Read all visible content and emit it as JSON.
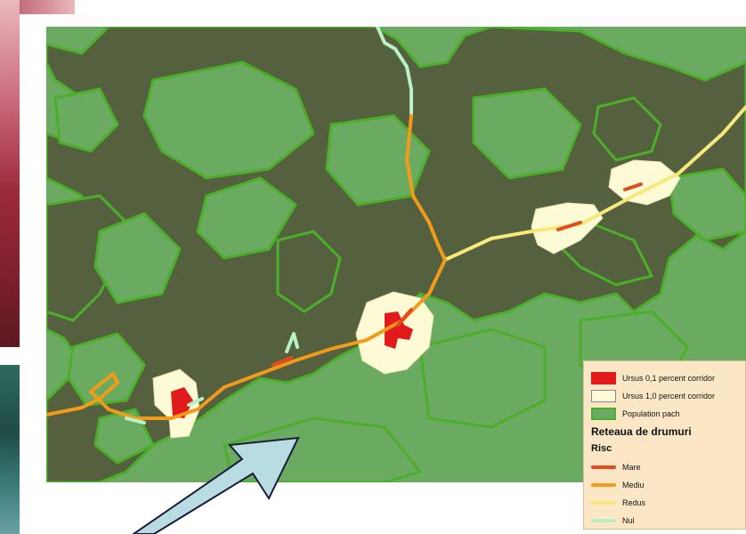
{
  "legend": {
    "items": [
      {
        "label": "Ursus 0,1 percent corridor",
        "color": "#e31a1c",
        "kind": "fill"
      },
      {
        "label": "Ursus 1,0 percent corridor",
        "color": "#fdfbd5",
        "kind": "fill"
      },
      {
        "label": "Population pach",
        "color": "#6aab61",
        "kind": "fill"
      }
    ],
    "network_title": "Reteaua de drumuri",
    "risk_title": "Risc",
    "risk_levels": [
      {
        "label": "Mare",
        "color": "#e24a1f"
      },
      {
        "label": "Mediu",
        "color": "#f29a1a"
      },
      {
        "label": "Redus",
        "color": "#f6e87a"
      },
      {
        "label": "Nul",
        "color": "#b8efc4"
      }
    ]
  },
  "colors": {
    "population_patch": "#6aab61",
    "forest": "#4f5a3c",
    "patch_outline": "#4caf2a",
    "arrow_fill": "#b7dde2",
    "arrow_stroke": "#1a1a3a"
  }
}
